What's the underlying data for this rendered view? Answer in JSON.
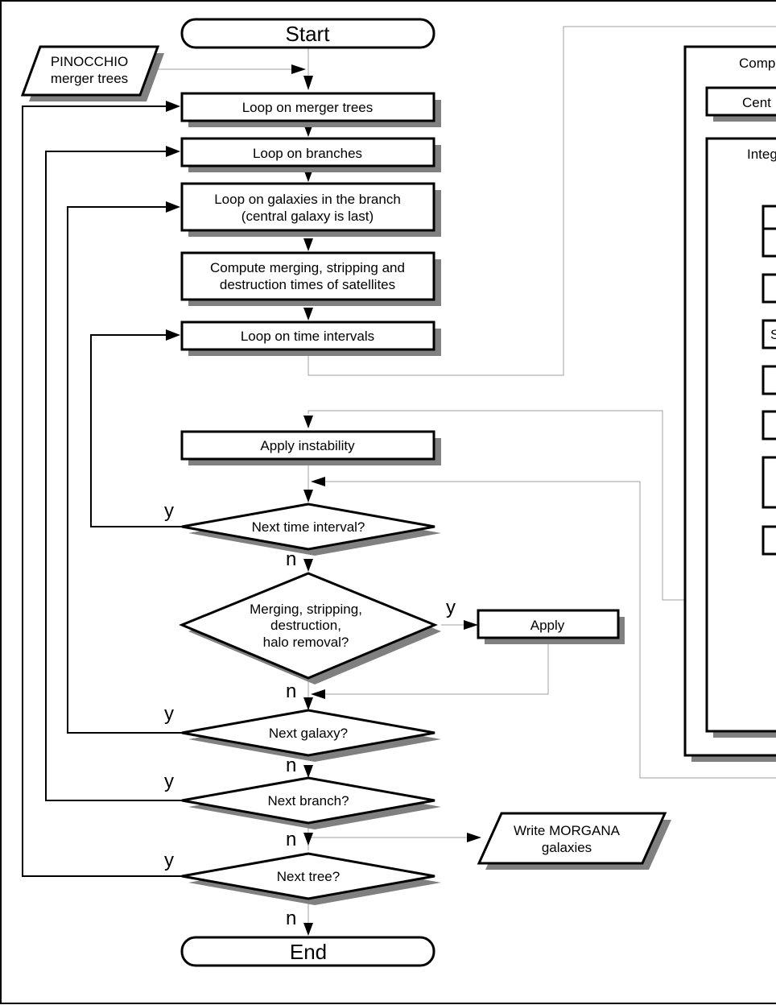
{
  "nodes": {
    "start": "Start",
    "pinocchio_line1": "PINOCCHIO",
    "pinocchio_line2": "merger trees",
    "loop_trees": "Loop on merger trees",
    "loop_branches": "Loop on branches",
    "loop_galaxies_line1": "Loop on galaxies in the branch",
    "loop_galaxies_line2": "(central galaxy is last)",
    "compute_times_line1": "Compute merging, stripping and",
    "compute_times_line2": "destruction times of satellites",
    "loop_time": "Loop on time intervals",
    "apply_instability": "Apply instability",
    "next_time": "Next time interval?",
    "merging_line1": "Merging, stripping,",
    "merging_line2": "destruction,",
    "merging_line3": "halo removal?",
    "apply": "Apply",
    "next_galaxy": "Next galaxy?",
    "next_branch": "Next branch?",
    "write_line1": "Write MORGANA",
    "write_line2": "galaxies",
    "next_tree": "Next tree?",
    "end": "End",
    "right_comp": "Comp",
    "right_cent": "Cent",
    "right_integ": "Integ",
    "right_s": "S"
  },
  "labels": {
    "yes": "y",
    "no": "n"
  }
}
